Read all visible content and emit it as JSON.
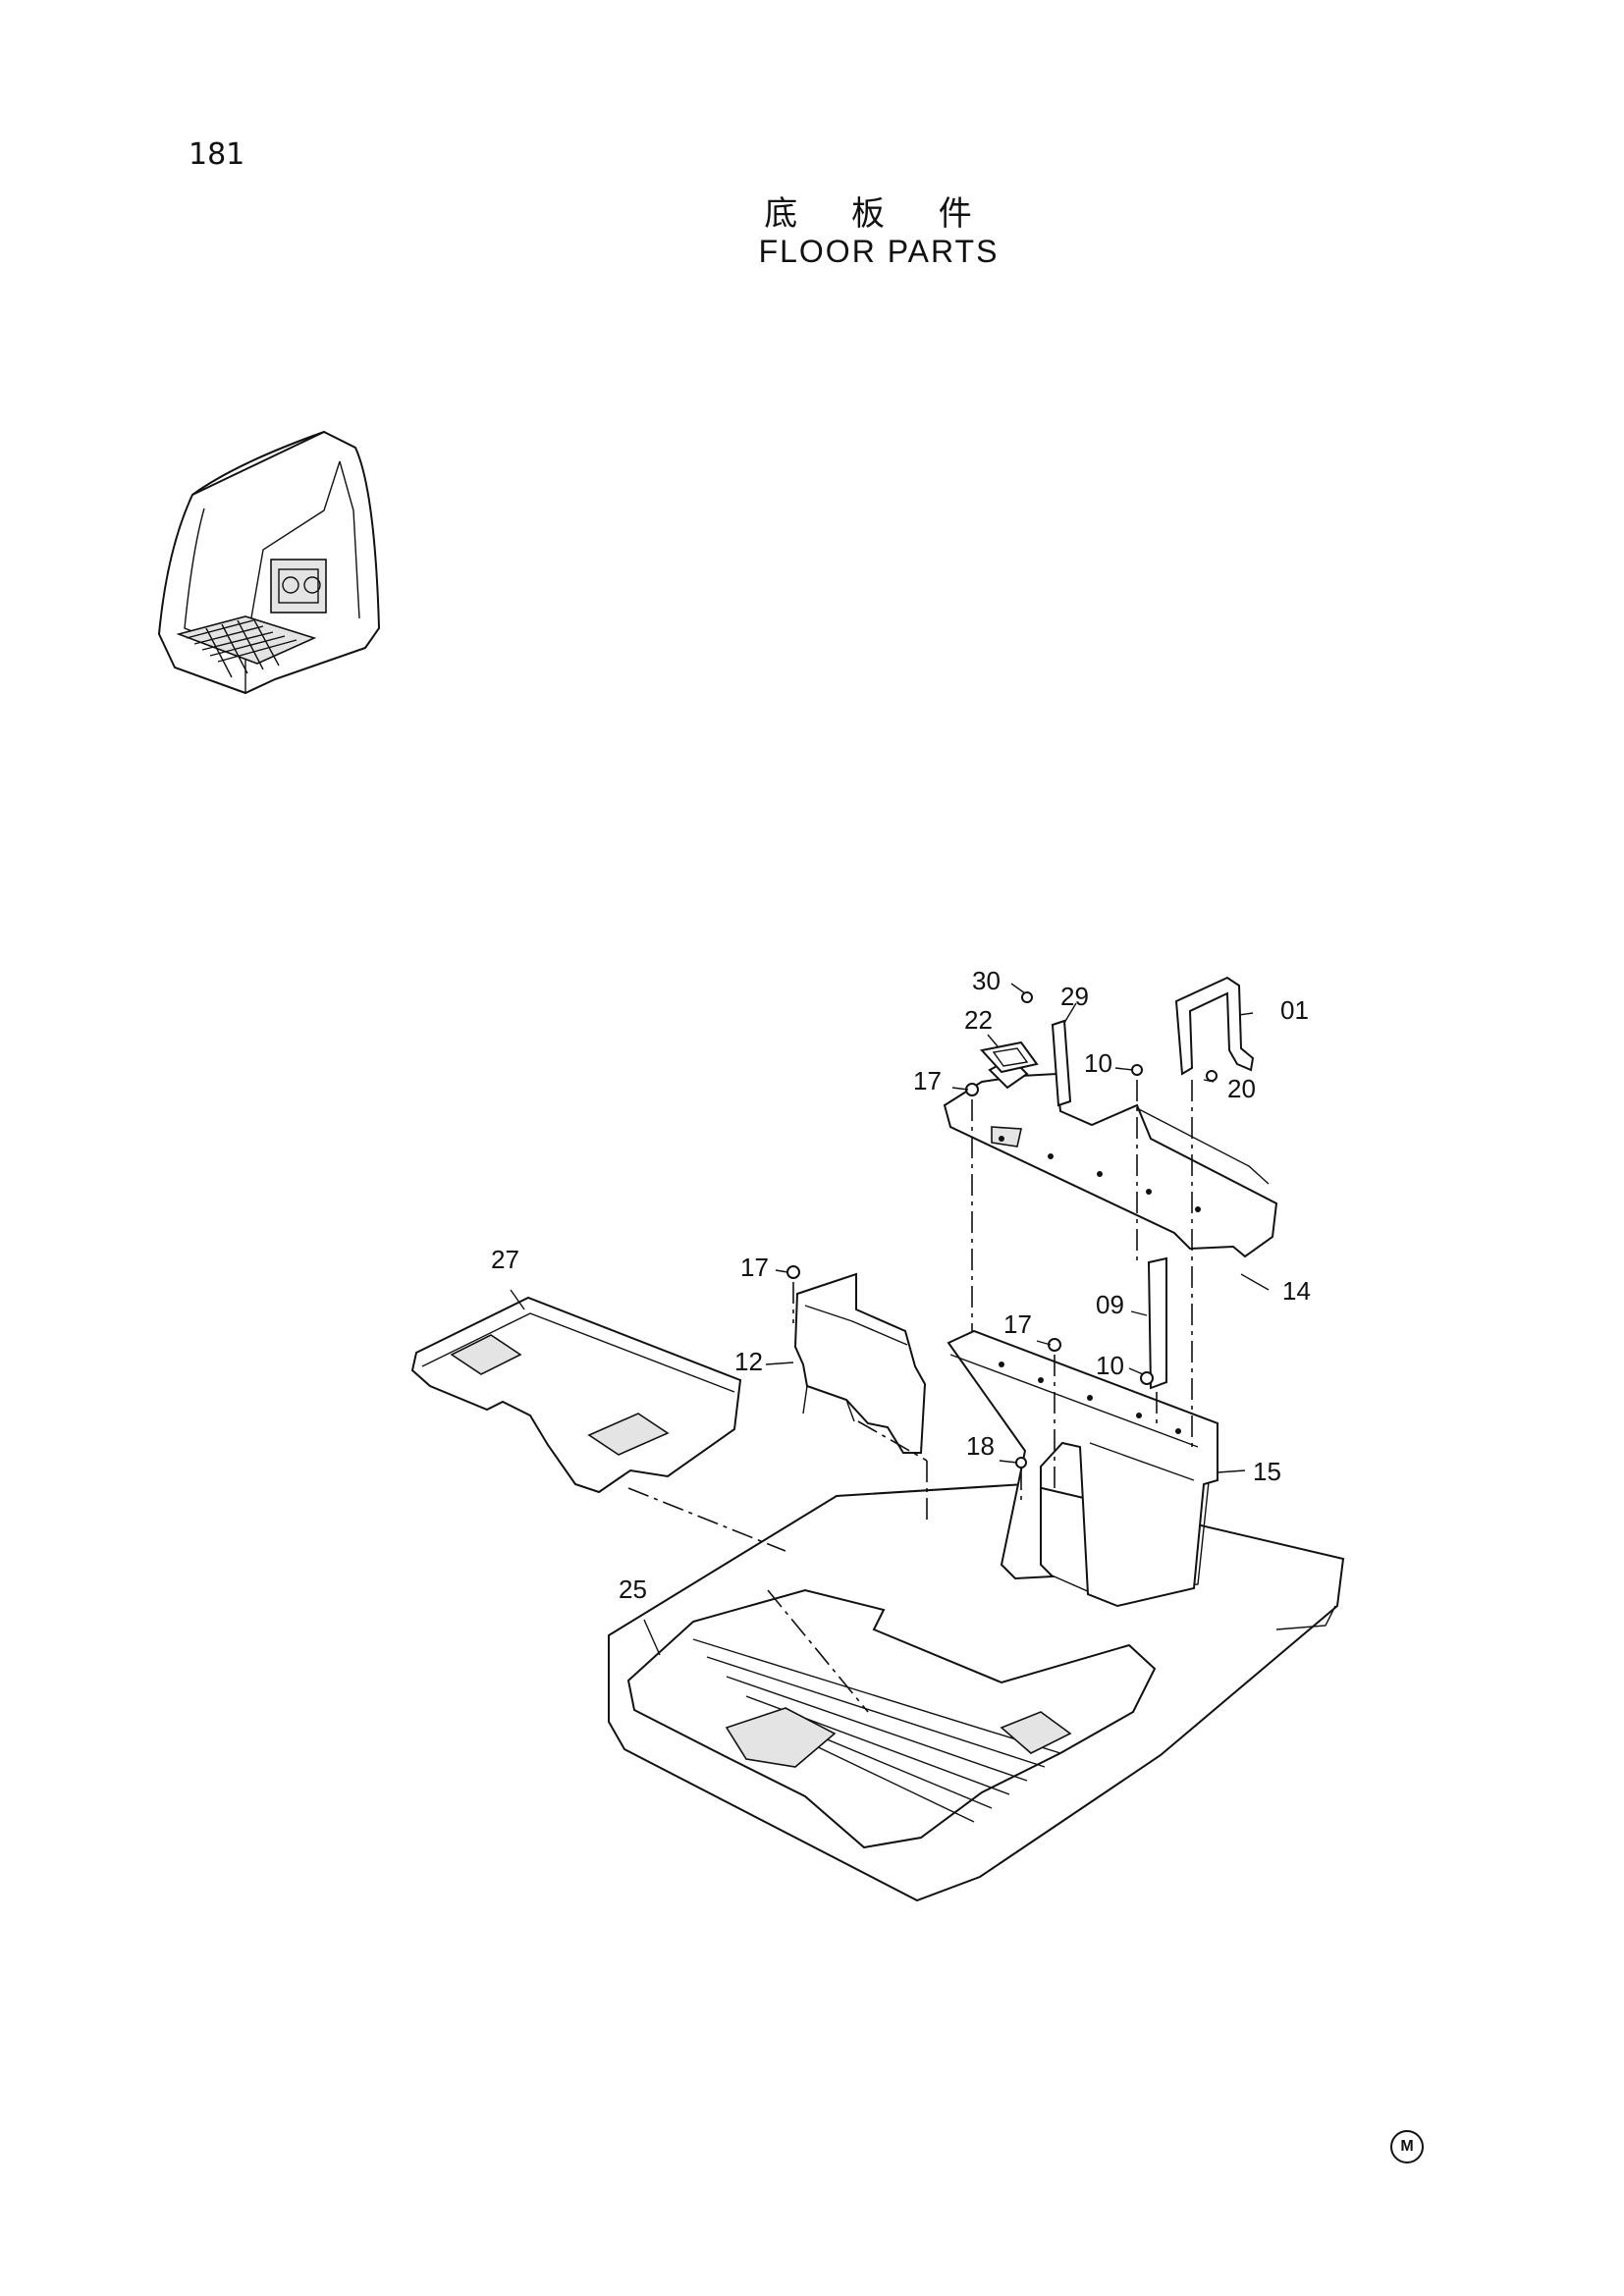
{
  "page": {
    "number": "181"
  },
  "title": {
    "cn": "底 板 件",
    "en": "FLOOR PARTS"
  },
  "mark": "M",
  "callouts": [
    "30",
    "29",
    "01",
    "22",
    "10",
    "20",
    "17",
    "14",
    "27",
    "17",
    "09",
    "12",
    "17",
    "10",
    "18",
    "15",
    "25"
  ]
}
